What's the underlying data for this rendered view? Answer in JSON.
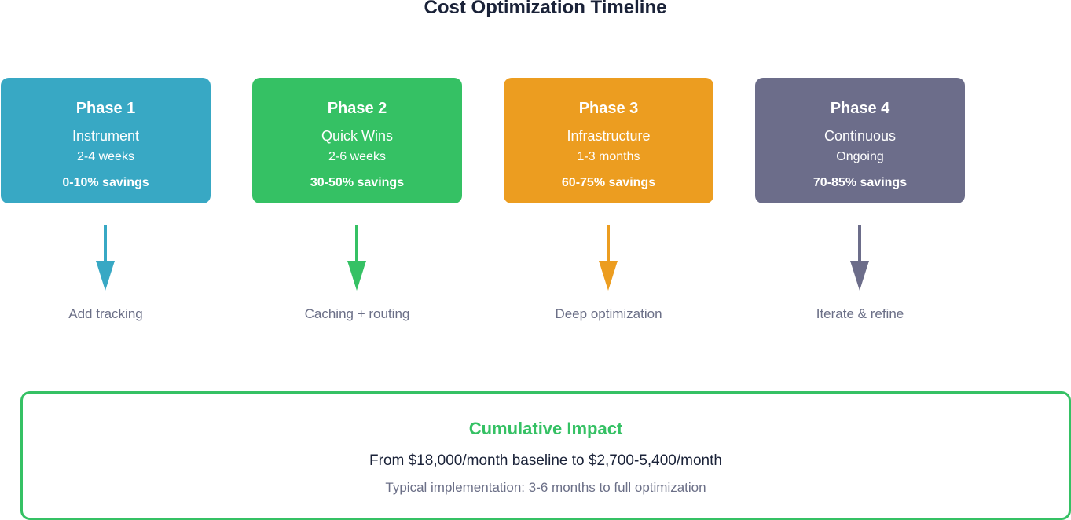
{
  "title": "Cost Optimization Timeline",
  "phases": [
    {
      "title": "Phase 1",
      "name": "Instrument",
      "duration": "2-4 weeks",
      "savings": "0-10% savings",
      "action": "Add tracking",
      "color": "#38a8c4"
    },
    {
      "title": "Phase 2",
      "name": "Quick Wins",
      "duration": "2-6 weeks",
      "savings": "30-50% savings",
      "action": "Caching + routing",
      "color": "#35c164"
    },
    {
      "title": "Phase 3",
      "name": "Infrastructure",
      "duration": "1-3 months",
      "savings": "60-75% savings",
      "action": "Deep optimization",
      "color": "#ec9d20"
    },
    {
      "title": "Phase 4",
      "name": "Continuous",
      "duration": "Ongoing",
      "savings": "70-85% savings",
      "action": "Iterate & refine",
      "color": "#6c6d8a"
    }
  ],
  "impact": {
    "title": "Cumulative Impact",
    "summary": "From $18,000/month baseline to $2,700-5,400/month",
    "note": "Typical implementation: 3-6 months to full optimization",
    "color": "#35c164"
  }
}
